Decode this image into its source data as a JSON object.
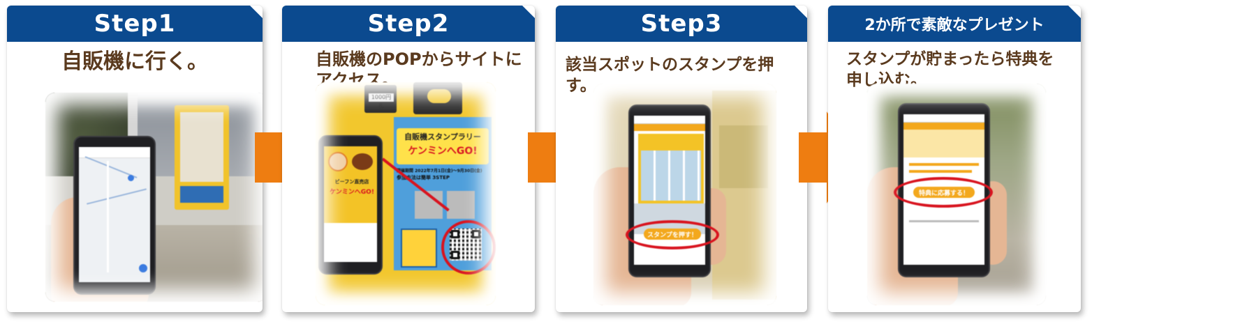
{
  "steps": [
    {
      "header": "Step1",
      "text": "自販機に行く。"
    },
    {
      "header": "Step2",
      "text_line1": "自販機のPOPからサイトに",
      "text_line2": "アクセス。"
    },
    {
      "header": "Step3",
      "text": "該当スポットのスタンプを押す。"
    },
    {
      "header": "2か所で素敵なプレゼント",
      "text_line1": "スタンプが貯まったら特典を",
      "text_line2": "申し込む。"
    }
  ],
  "step2_photo": {
    "poster_title": "自販機スタンプラリー",
    "poster_brand": "ケンミンへGO!",
    "poster_period": "開催期間 2022年7月1日(金)～9月30日(金)",
    "poster_method": "参加方法は簡単 3STEP",
    "bill_label": "1000円札",
    "phone_shop": "ビーフン直売店",
    "phone_brand": "ケンミンへGO!"
  },
  "step3_photo": {
    "stamp_button": "スタンプを押す！"
  },
  "step4_photo": {
    "apply_button": "特典に応募する！"
  },
  "colors": {
    "header_blue": "#0b4a8f",
    "text_brown": "#5a3a1e",
    "arrow_orange": "#ee7d11",
    "accent_yellow": "#f3a81d",
    "circle_red": "#d8141f"
  }
}
